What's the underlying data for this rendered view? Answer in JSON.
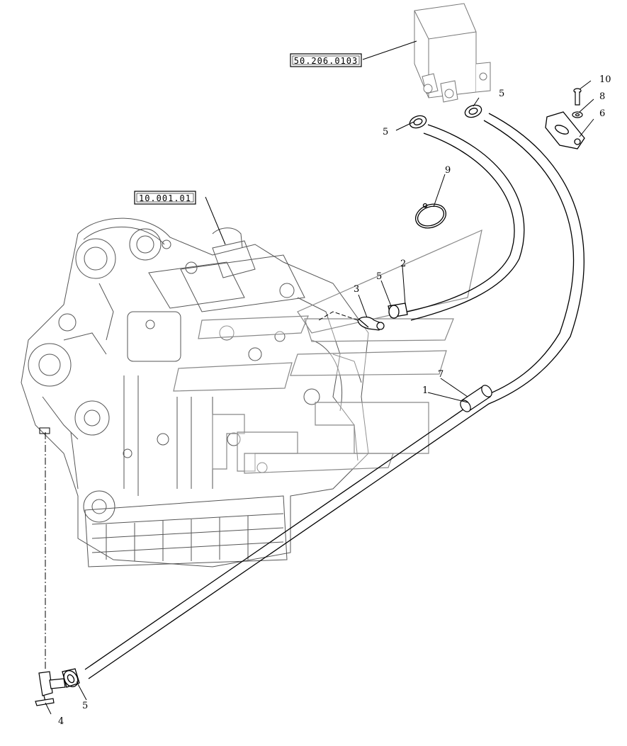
{
  "references": {
    "ref_top": "50.206.0103",
    "ref_engine": "10.001.01"
  },
  "callouts": {
    "c1": "1",
    "c2": "2",
    "c3": "3",
    "c4": "4",
    "c5_a": "5",
    "c5_b": "5",
    "c5_c": "5",
    "c5_d": "5",
    "c6": "6",
    "c7": "7",
    "c8": "8",
    "c9": "9",
    "c10": "10"
  }
}
